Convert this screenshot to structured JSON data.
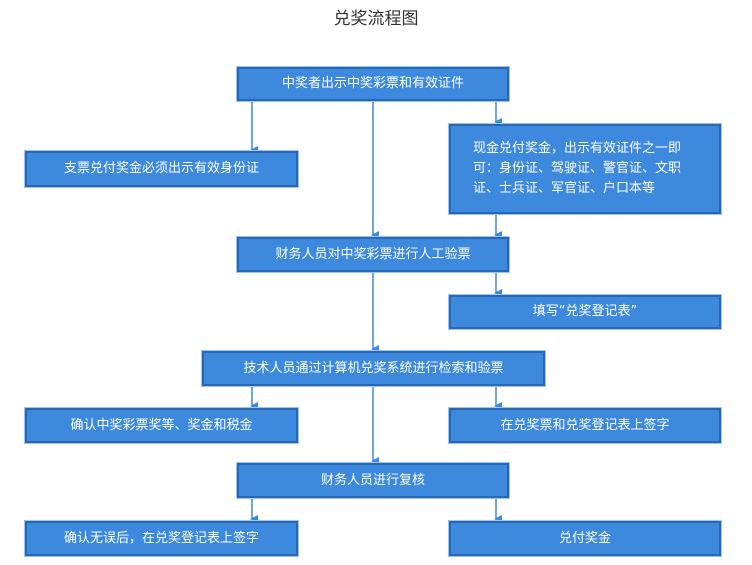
{
  "title": "兑奖流程图",
  "nodes": {
    "start": "中奖者出示中奖彩票和有效证件",
    "cheque": "支票兑付奖金必须出示有效身份证",
    "cash": "现金兑付奖金，出示有效证件之一即可：身份证、驾驶证、警官证、文职证、士兵证、军官证、户口本等",
    "manual_check": "财务人员对中奖彩票进行人工验票",
    "fill_form": "填写“兑奖登记表”",
    "computer_check": "技术人员通过计算机兑奖系统进行检索和验票",
    "confirm_prize": "确认中奖彩票奖等、奖金和税金",
    "sign_ticket": "在兑奖票和兑奖登记表上签字",
    "review": "财务人员进行复核",
    "confirm_sign": "确认无误后，在兑奖登记表上签字",
    "pay": "兑付奖金"
  },
  "colors": {
    "box_fill": "#3d89de",
    "box_border": "#2867b2",
    "line": "#3d89de"
  }
}
